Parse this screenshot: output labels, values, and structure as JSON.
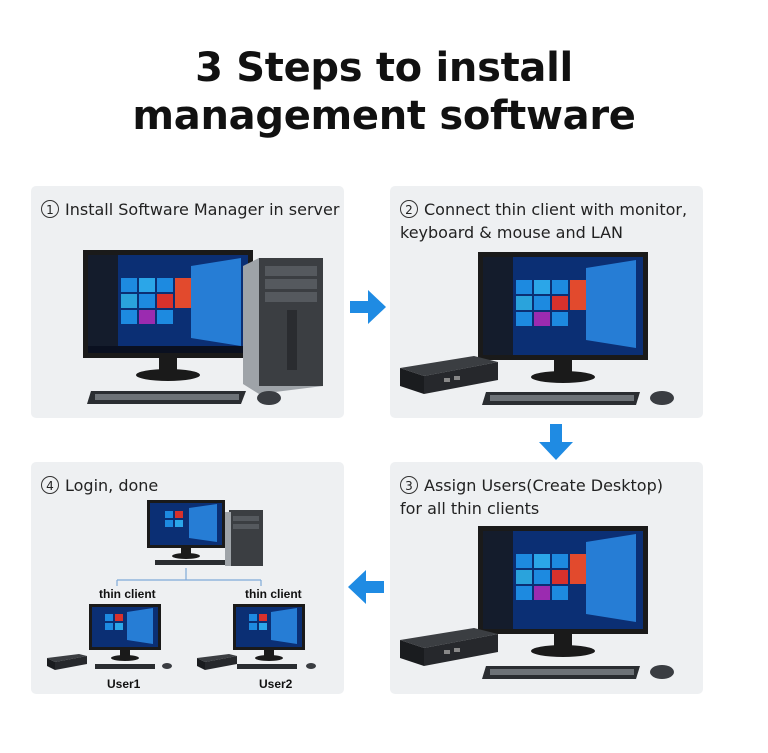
{
  "title": {
    "line1": "3 Steps to install",
    "line2": "management software"
  },
  "steps": [
    {
      "num": "1",
      "line1": "Install Software Manager in server",
      "line2": ""
    },
    {
      "num": "2",
      "line1": "Connect thin client with monitor,",
      "line2": "keyboard & mouse and LAN"
    },
    {
      "num": "3",
      "line1": "Assign Users(Create Desktop)",
      "line2": "for all thin clients"
    },
    {
      "num": "4",
      "line1": "Login, done",
      "line2": ""
    }
  ],
  "network": {
    "client_left_label": "thin client",
    "client_right_label": "thin client",
    "user_left": "User1",
    "user_right": "User2"
  },
  "colors": {
    "arrow": "#1f8be3",
    "panel": "#eef0f2",
    "screen_blue": "#1463c8"
  }
}
